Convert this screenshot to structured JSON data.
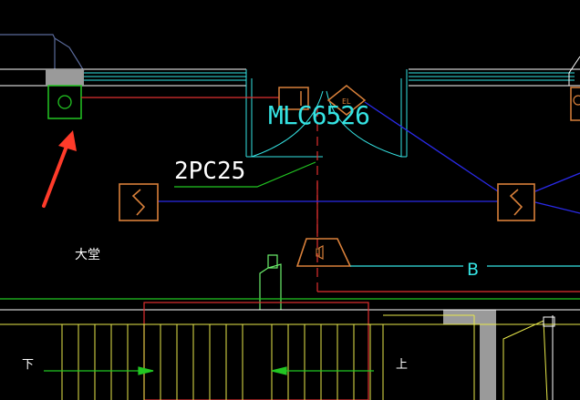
{
  "drawing": {
    "labels": {
      "mlc": "MLC6526",
      "cable": "2PC25",
      "room": "大堂",
      "bus": "B",
      "down": "下",
      "up": "上",
      "el": "EL"
    },
    "colors": {
      "background": "#000000",
      "wall": "#ffffff",
      "cyan": "#35e3e3",
      "red": "#e03030",
      "blue": "#2a2ae8",
      "green": "#22c622",
      "orange": "#d9803a",
      "yellow": "#e8e84a",
      "lightgreen": "#6cf06c",
      "gray": "#9a9a9a",
      "arrow": "#ff3b2a"
    }
  }
}
